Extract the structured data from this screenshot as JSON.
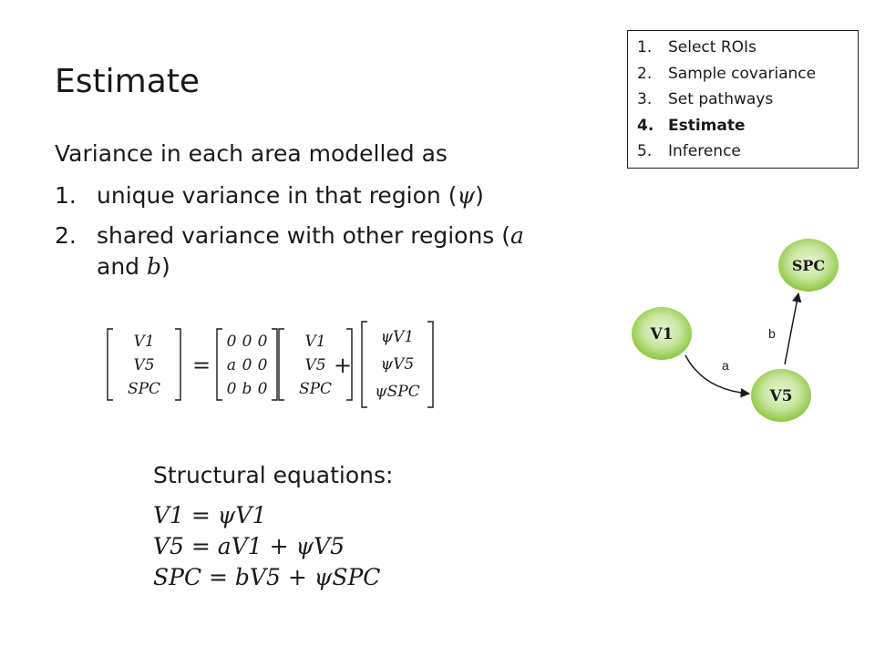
{
  "slide": {
    "title": "Estimate",
    "intro": "Variance in each area modelled as",
    "items": [
      {
        "num": "1.",
        "text_before": "unique variance in that region (",
        "symbol": "ψ",
        "text_after": ")"
      },
      {
        "num": "2.",
        "text_before": "shared variance with other regions (",
        "sym_a": "a",
        "mid": " and ",
        "sym_b": "b",
        "text_after": ")"
      }
    ]
  },
  "steps_box": {
    "items": [
      {
        "num": "1.",
        "label": "Select ROIs"
      },
      {
        "num": "2.",
        "label": "Sample covariance"
      },
      {
        "num": "3.",
        "label": "Set pathways"
      },
      {
        "num": "4.",
        "label": "Estimate"
      },
      {
        "num": "5.",
        "label": "Inference"
      }
    ],
    "active_index": 3
  },
  "matrix_equation": {
    "lhs": [
      "V1",
      "V5",
      "SPC"
    ],
    "equals": "=",
    "coef": [
      [
        "0",
        "0",
        "0"
      ],
      [
        "a",
        "0",
        "0"
      ],
      [
        "0",
        "b",
        "0"
      ]
    ],
    "vec": [
      "V1",
      "V5",
      "SPC"
    ],
    "plus": "+",
    "noise": [
      "ψV1",
      "ψV5",
      "ψSPC"
    ]
  },
  "structural": {
    "heading": "Structural equations:",
    "equations": [
      "V1 = ψV1",
      "V5 =  aV1 +  ψV5",
      "SPC = bV5 +  ψSPC"
    ]
  },
  "diagram": {
    "nodes": [
      {
        "id": "V1",
        "label": "V1"
      },
      {
        "id": "V5",
        "label": "V5"
      },
      {
        "id": "SPC",
        "label": "SPC"
      }
    ],
    "edges": [
      {
        "from": "V1",
        "to": "V5",
        "label": "a"
      },
      {
        "from": "V5",
        "to": "SPC",
        "label": "b"
      }
    ],
    "node_color": "#8dc63f",
    "node_inner_color": "#c8e6a0"
  }
}
